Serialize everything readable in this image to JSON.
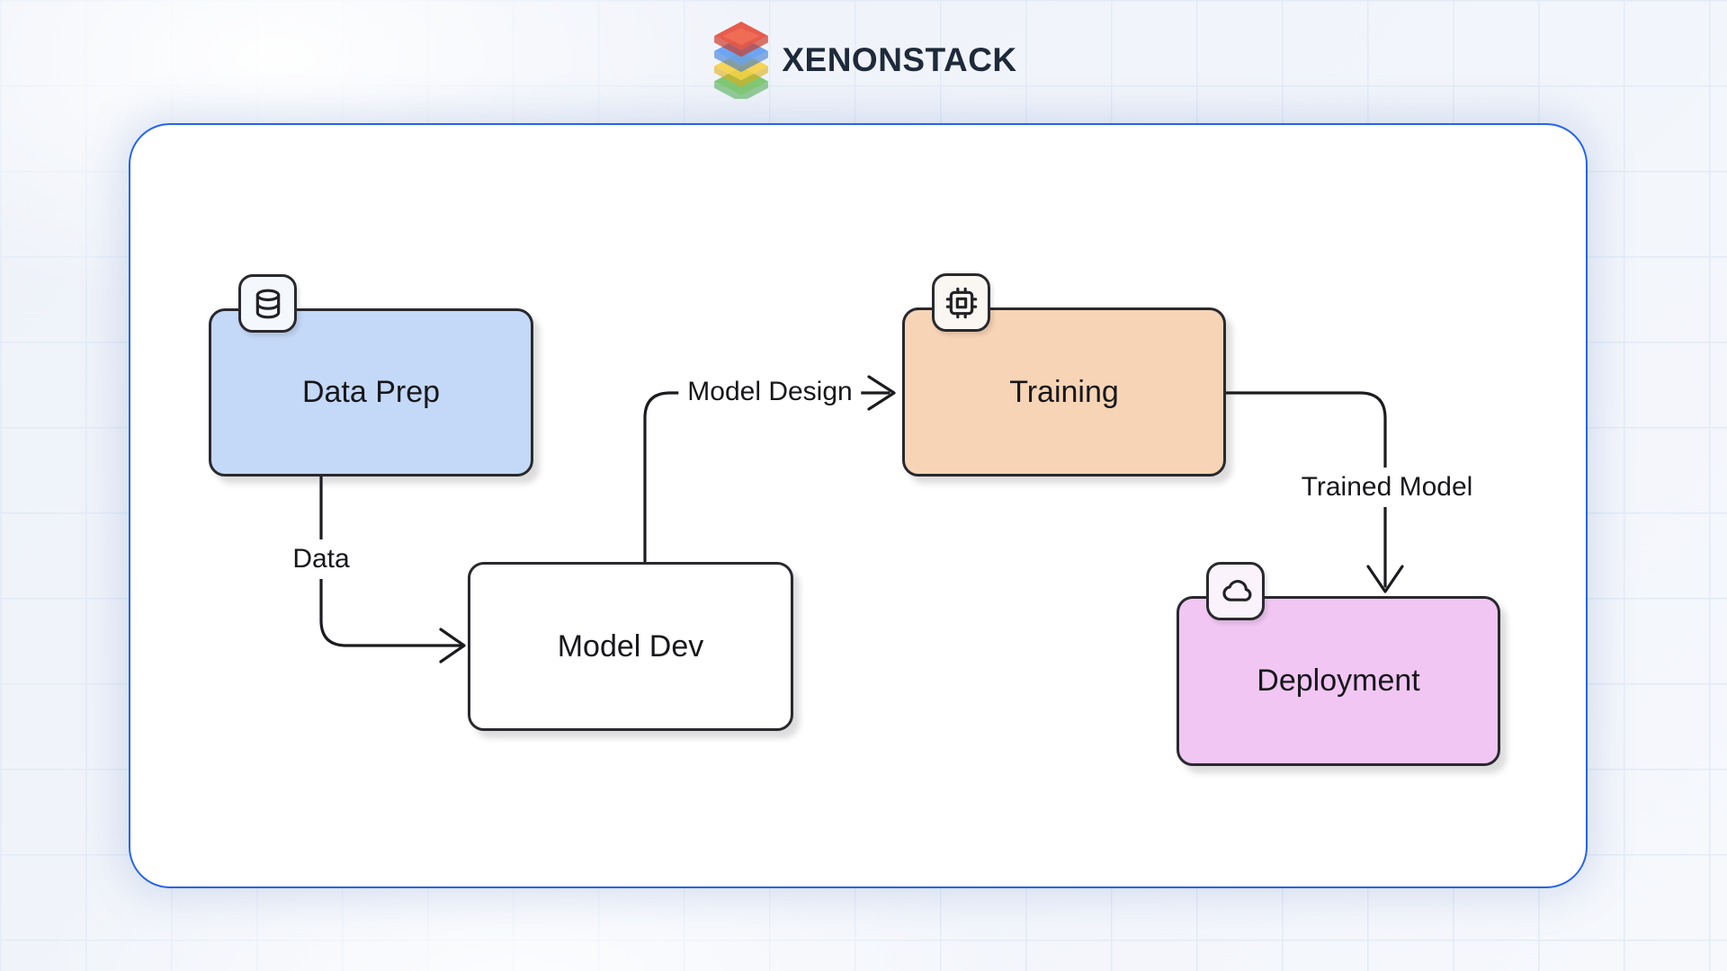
{
  "brand": {
    "name": "XENONSTACK",
    "logo_icon": "stacked-layers-icon",
    "logo_colors": {
      "red": "#e8503c",
      "blue": "#4b8fe8",
      "yellow": "#f4c71e",
      "green": "#5cb84f"
    }
  },
  "diagram": {
    "container_border_color": "#2563eb",
    "edge_stroke_color": "#1c1c20",
    "nodes": [
      {
        "id": "data-prep",
        "label": "Data Prep",
        "icon": "database-icon",
        "fill": "#c4d8f7"
      },
      {
        "id": "model-dev",
        "label": "Model Dev",
        "icon": null,
        "fill": "#ffffff"
      },
      {
        "id": "training",
        "label": "Training",
        "icon": "chip-icon",
        "fill": "#f7d4b5"
      },
      {
        "id": "deployment",
        "label": "Deployment",
        "icon": "cloud-icon",
        "fill": "#f1c6f3"
      }
    ],
    "edges": [
      {
        "from": "data-prep",
        "to": "model-dev",
        "label": "Data"
      },
      {
        "from": "model-dev",
        "to": "training",
        "label": "Model Design"
      },
      {
        "from": "training",
        "to": "deployment",
        "label": "Trained Model"
      }
    ]
  }
}
